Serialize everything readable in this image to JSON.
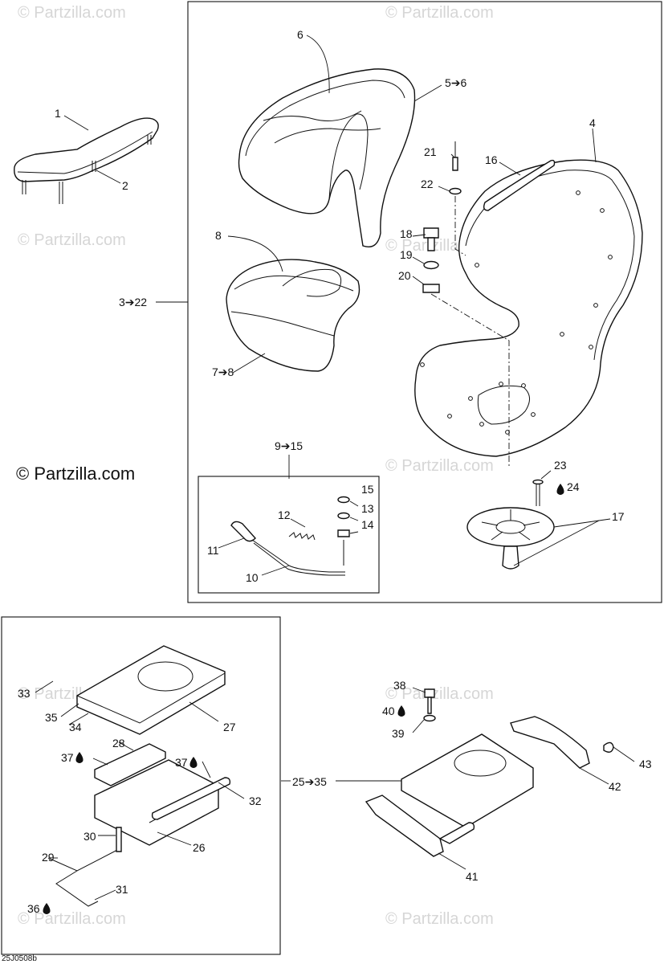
{
  "watermark_text": "© Partzilla.com",
  "logo_text": "© Partzilla.com",
  "drawing_code": "25J0508b",
  "drop_icon": "oil-drop-icon",
  "labels": {
    "l1": "1",
    "l2": "2",
    "l3": "3➔22",
    "l4": "4",
    "l5": "5➔6",
    "l6": "6",
    "l7": "7➔8",
    "l8": "8",
    "l9": "9➔15",
    "l10": "10",
    "l11": "11",
    "l12": "12",
    "l13": "13",
    "l14": "14",
    "l15": "15",
    "l16": "16",
    "l17": "17",
    "l18": "18",
    "l19": "19",
    "l20": "20",
    "l21": "21",
    "l22": "22",
    "l23": "23",
    "l24": "24",
    "l25": "25➔35",
    "l26": "26",
    "l27": "27",
    "l28": "28",
    "l29": "29",
    "l30": "30",
    "l31": "31",
    "l32": "32",
    "l33": "33",
    "l34": "34",
    "l35": "35",
    "l36": "36",
    "l37a": "37",
    "l37b": "37",
    "l38": "38",
    "l39": "39",
    "l40": "40",
    "l41": "41",
    "l42": "42",
    "l43": "43"
  }
}
